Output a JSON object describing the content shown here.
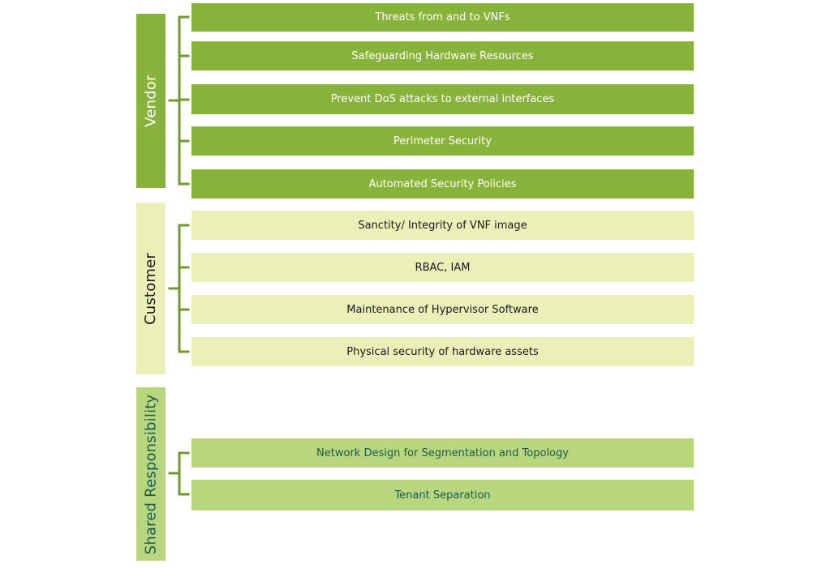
{
  "colors": {
    "vendor": "#88b33a",
    "customer": "#ebf0b9",
    "shared": "#b8d67e",
    "bracket": "#6f9a2e",
    "shared_text": "#1c5a4e"
  },
  "groups": [
    {
      "label": "Vendor",
      "items": [
        "Threats from and to VNFs",
        "Safeguarding Hardware Resources",
        "Prevent DoS attacks to external interfaces",
        "Perimeter Security",
        "Automated Security Policies"
      ]
    },
    {
      "label": "Customer",
      "items": [
        "Sanctity/ Integrity of VNF image",
        "RBAC, IAM",
        "Maintenance of Hypervisor Software",
        "Physical security of hardware assets"
      ]
    },
    {
      "label": "Shared Responsibility",
      "items": [
        "Network Design for Segmentation and Topology",
        "Tenant Separation"
      ]
    }
  ]
}
